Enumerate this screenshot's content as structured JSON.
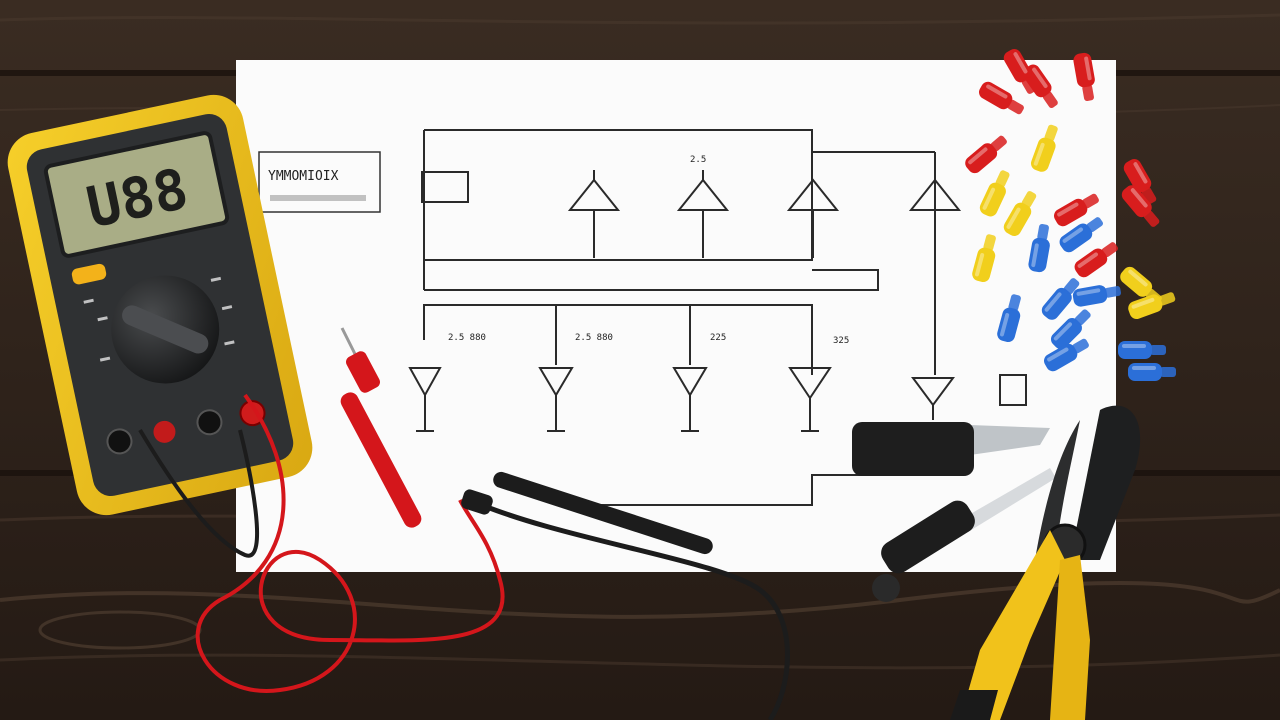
{
  "multimeter": {
    "display": "U88"
  },
  "schematic": {
    "title_box": "YMMOMIOIX",
    "labels": [
      "2.5 880",
      "2.5 880",
      "225",
      "325",
      "2.5"
    ]
  },
  "colors": {
    "wood_dark": "#2b211a",
    "wood_mid": "#3b2d23",
    "meter_yellow": "#f2c21a",
    "meter_body": "#2f3133",
    "lcd": "#a9ad86",
    "probe_red": "#d4161b",
    "probe_black": "#1c1c1c",
    "terminal_red": "#d81d1d",
    "terminal_yellow": "#f1cf1c",
    "terminal_blue": "#2b6fd8"
  },
  "icons": [
    "multimeter-icon",
    "probe-icon",
    "pliers-icon",
    "screwdriver-icon",
    "connector-icon"
  ]
}
